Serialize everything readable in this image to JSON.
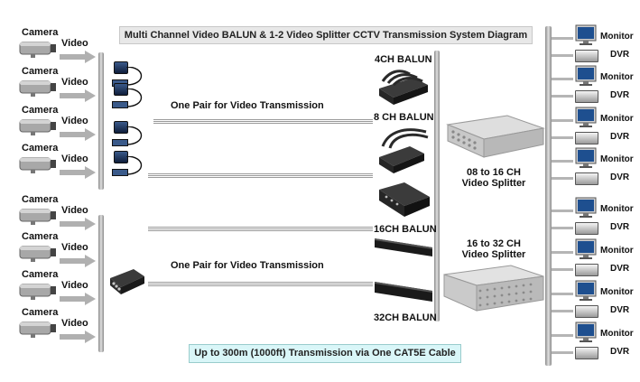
{
  "diagram": {
    "title": "Multi Channel Video BALUN & 1-2 Video Splitter CCTV Transmission System Diagram",
    "footer": "Up to 300m (1000ft) Transmission via One CAT5E Cable",
    "camera_label": "Camera",
    "video_label": "Video",
    "monitor_label": "Monitor",
    "dvr_label": "DVR",
    "pair_label_top": "One Pair for Video Transmission",
    "pair_label_bottom": "One Pair for Video Transmission",
    "balun_4ch": "4CH BALUN",
    "balun_8ch": "8 CH BALUN",
    "balun_16ch": "16CH BALUN",
    "balun_32ch": "32CH BALUN",
    "splitter_8_16": [
      "08 to 16 CH",
      "Video Splitter"
    ],
    "splitter_16_32": [
      "16 to 32 CH",
      "Video Splitter"
    ]
  },
  "colors": {
    "title_bg": "#e8e8e8",
    "footer_bg": "#d9f6f8",
    "camera_body": "#a8a8a8",
    "arrow": "#b0b0b0",
    "balun_blue": "#1f3d6e",
    "monitor_screen": "#1e4f8f"
  },
  "icons": {
    "camera": "cctv-camera-icon",
    "arrow": "arrow-right-icon",
    "balun": "video-balun-icon",
    "monitor": "monitor-icon",
    "dvr": "dvr-icon",
    "splitter": "video-splitter-icon"
  }
}
